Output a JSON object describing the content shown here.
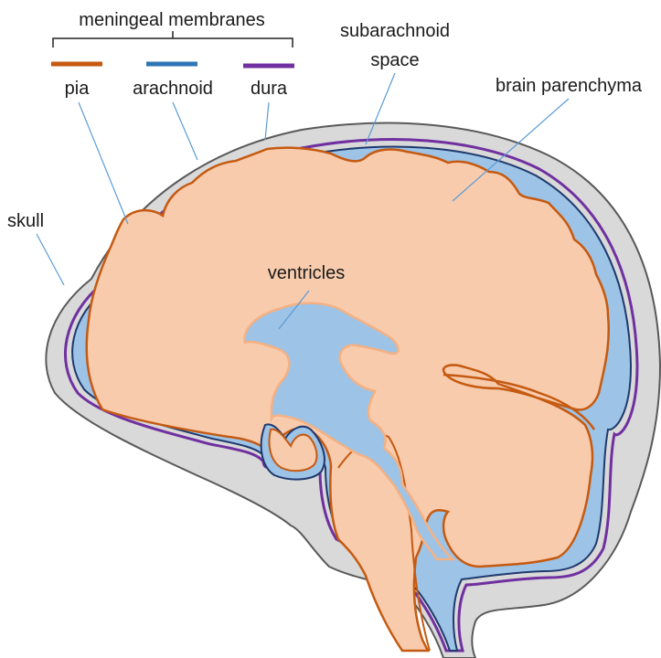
{
  "legend": {
    "title": "meningeal membranes",
    "items": [
      {
        "label": "pia",
        "color": "#c55a11"
      },
      {
        "label": "arachnoid",
        "color": "#2e75b6"
      },
      {
        "label": "dura",
        "color": "#7030a0"
      }
    ]
  },
  "labels": {
    "subarachnoid_line1": "subarachnoid",
    "subarachnoid_line2": "space",
    "brain_parenchyma": "brain parenchyma",
    "skull": "skull",
    "ventricles": "ventricles"
  },
  "colors": {
    "skull_fill": "#d9d9d9",
    "skull_outline": "#595959",
    "csf_fill": "#9dc3e6",
    "brain_fill": "#f8cbad",
    "ventricle_outline": "#f4b183"
  }
}
